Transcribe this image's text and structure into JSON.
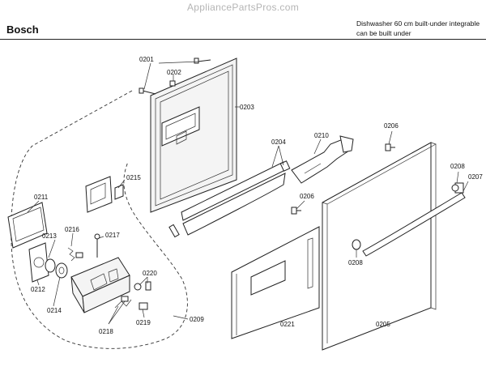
{
  "header": {
    "watermark": "AppliancePartsPros.com",
    "brand": "Bosch",
    "description_line1": "Dishwasher 60 cm built-under integrable",
    "description_line2": "can be built under"
  },
  "part_labels": {
    "p0201": "0201",
    "p0202": "0202",
    "p0203": "0203",
    "p0204": "0204",
    "p0210": "0210",
    "p0206a": "0206",
    "p0206b": "0206",
    "p0208a": "0208",
    "p0208b": "0208",
    "p0207": "0207",
    "p0205": "0205",
    "p0221": "0221",
    "p0215": "0215",
    "p0211": "0211",
    "p0216": "0216",
    "p0213": "0213",
    "p0217": "0217",
    "p0212": "0212",
    "p0214": "0214",
    "p0220": "0220",
    "p0218": "0218",
    "p0219": "0219",
    "p0209": "0209"
  }
}
